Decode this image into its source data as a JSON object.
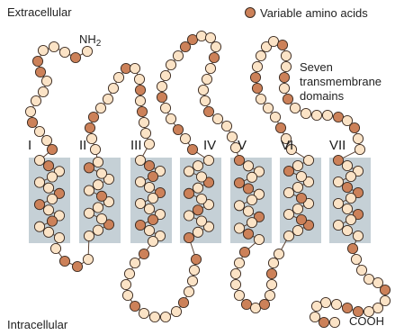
{
  "labels": {
    "extracellular": "Extracellular",
    "intracellular": "Intracellular",
    "nh2": "NH",
    "nh2_sub": "2",
    "cooh": "COOH",
    "legend": "Variable amino acids",
    "seven_1": "Seven",
    "seven_2": "transmembrane",
    "seven_3": "domains"
  },
  "domains": [
    "I",
    "II",
    "III",
    "IV",
    "V",
    "VI",
    "VII"
  ],
  "colors": {
    "membrane_band": "#c5d0d6",
    "conserved_residue": "#fbe3c6",
    "variable_residue": "#cc8159",
    "residue_outline": "#3a2a20",
    "chain_line": "#5a4030"
  }
}
